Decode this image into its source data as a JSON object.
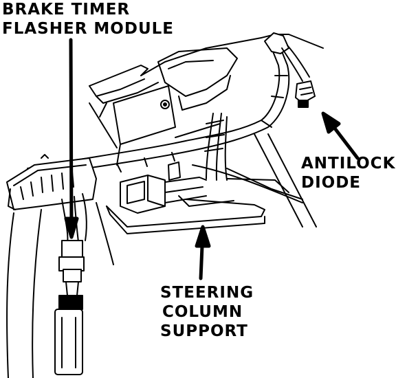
{
  "labels": {
    "brake_timer": [
      "BRAKE TIMER",
      "FLASHER MODULE"
    ],
    "antilock": [
      "ANTILOCK",
      "DIODE"
    ],
    "steering": [
      "STEERING",
      "COLUMN",
      "SUPPORT"
    ]
  },
  "colors": {
    "ink": "#000000",
    "paper": "#ffffff"
  }
}
